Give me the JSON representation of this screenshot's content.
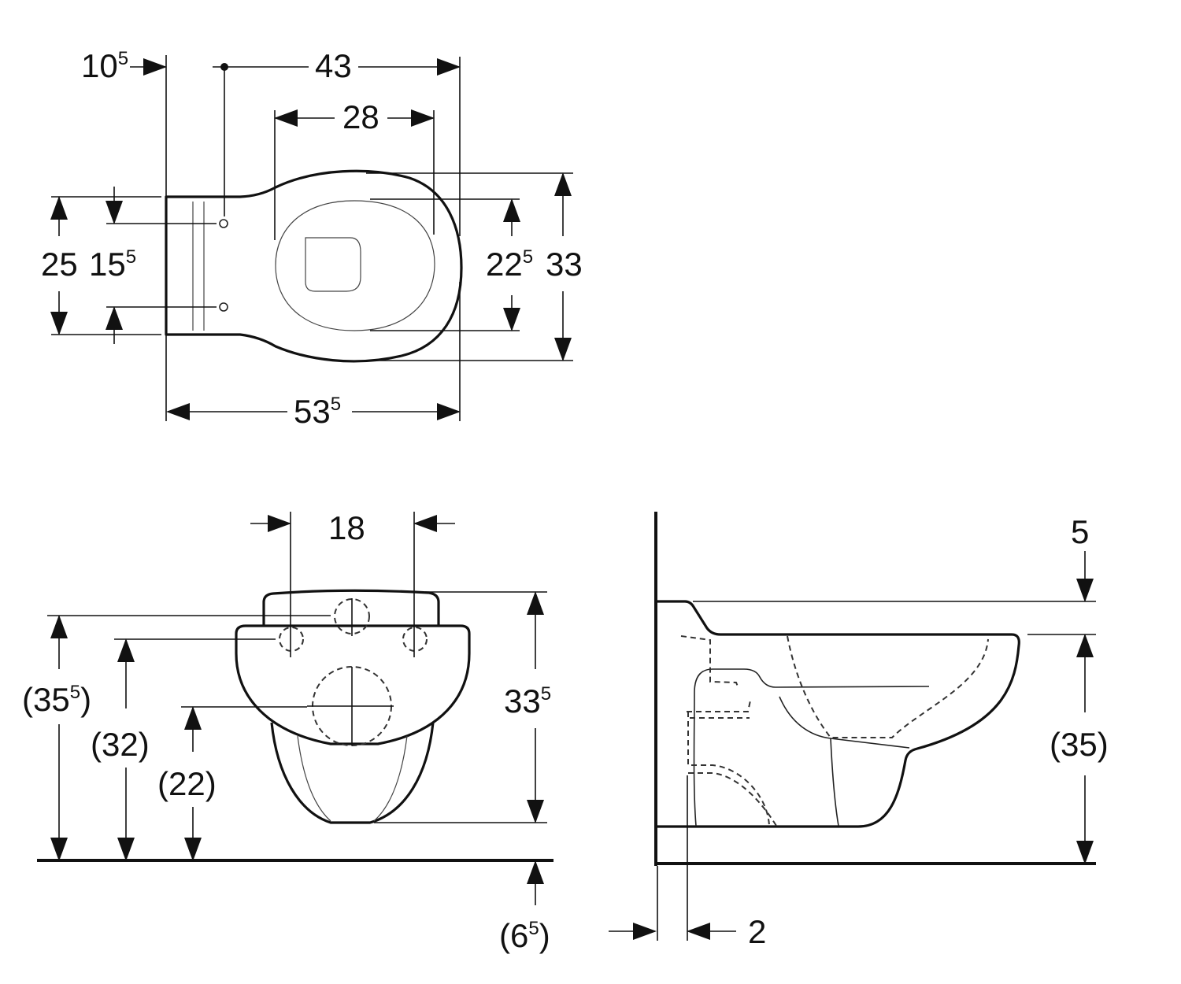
{
  "drawing": {
    "top_view": {
      "rear_offset": {
        "main": "10",
        "sup": "5"
      },
      "fixing_to_front": {
        "main": "43",
        "sup": ""
      },
      "seat_width": {
        "main": "28",
        "sup": ""
      },
      "rear_height": {
        "main": "25",
        "sup": ""
      },
      "fixing_spacing": {
        "main": "15",
        "sup": "5"
      },
      "seat_depth": {
        "main": "22",
        "sup": "5"
      },
      "bowl_width": {
        "main": "33",
        "sup": ""
      },
      "total_length": {
        "main": "53",
        "sup": "5"
      }
    },
    "front_view": {
      "fixing_distance": {
        "main": "18",
        "sup": ""
      },
      "height_top": {
        "main": "(35",
        "sup": "5",
        "close": ")"
      },
      "height_fixing": {
        "main": "(32)",
        "sup": ""
      },
      "height_outlet": {
        "main": "(22)",
        "sup": ""
      },
      "body_height": {
        "main": "33",
        "sup": "5"
      },
      "floor_offset": {
        "main": "(6",
        "sup": "5",
        "close": ")"
      }
    },
    "side_view": {
      "rim_step": {
        "main": "5",
        "sup": ""
      },
      "rim_height": {
        "main": "(35)",
        "sup": ""
      },
      "wall_gap": {
        "main": "2",
        "sup": ""
      }
    }
  }
}
